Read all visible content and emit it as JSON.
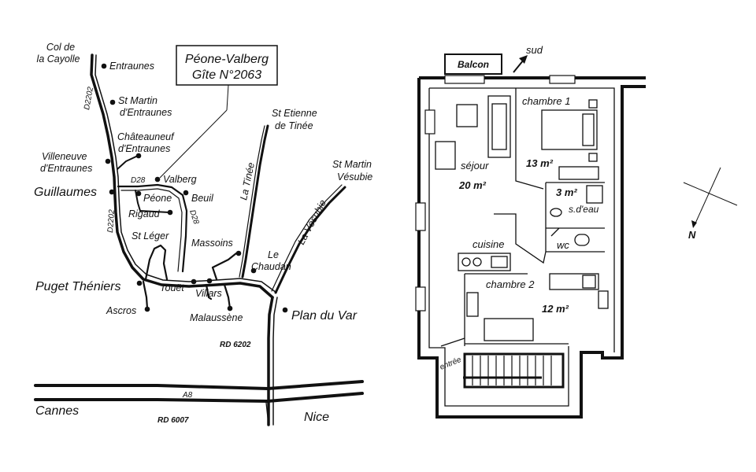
{
  "map": {
    "title_line1": "Péone-Valberg",
    "title_line2": "Gîte N°2063",
    "places": {
      "col_line1": "Col de",
      "col_line2": "la Cayolle",
      "entraunes": "Entraunes",
      "st_martin_entraunes_1": "St Martin",
      "st_martin_entraunes_2": "d'Entraunes",
      "chateauneuf_1": "Châteauneuf",
      "chateauneuf_2": "d'Entraunes",
      "villeneuve_1": "Villeneuve",
      "villeneuve_2": "d'Entraunes",
      "guillaumes": "Guillaumes",
      "valberg": "Valberg",
      "peone": "Péone",
      "beuil": "Beuil",
      "rigaud": "Rigaud",
      "st_leger": "St Léger",
      "massoins": "Massoins",
      "le_chaudan_1": "Le",
      "le_chaudan_2": "Chaudan",
      "puget": "Puget Théniers",
      "touet": "Touët",
      "villars": "Villars",
      "ascros": "Ascros",
      "malaussene": "Malaussène",
      "plan_du_var": "Plan du Var",
      "st_etienne_1": "St Etienne",
      "st_etienne_2": "de Tinée",
      "st_martin_vesubie_1": "St Martin",
      "st_martin_vesubie_2": "Vésubie",
      "la_tinee": "La Tinée",
      "la_vesubie": "La Vésubie",
      "cannes": "Cannes",
      "nice": "Nice"
    },
    "roads": {
      "d2202_north": "D2202",
      "d2202_south": "D2202",
      "d28_west": "D28",
      "d28_east": "D28",
      "rd6202": "RD 6202",
      "a8": "A8",
      "rd6007": "RD 6007"
    }
  },
  "plan": {
    "balcon": "Balcon",
    "sud": "sud",
    "north": "N",
    "chambre1": "chambre 1",
    "chambre1_area": "13 m²",
    "sejour": "séjour",
    "sejour_area": "20 m²",
    "bath_area": "3 m²",
    "sdeau": "s.d'eau",
    "wc": "wc",
    "cuisine": "cuisine",
    "chambre2": "chambre 2",
    "chambre2_area": "12 m²",
    "entree": "entrée"
  }
}
